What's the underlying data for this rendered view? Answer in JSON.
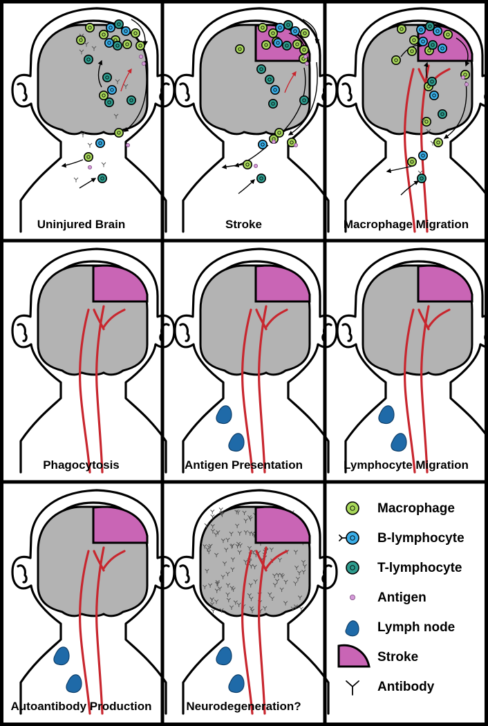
{
  "panels": [
    {
      "caption": "Uninjured Brain",
      "stroke": false,
      "vessels": false
    },
    {
      "caption": "Stroke",
      "stroke": true,
      "vessels": false
    },
    {
      "caption": "Macrophage Migration",
      "stroke": true,
      "vessels": true
    },
    {
      "caption": "Phagocytosis",
      "stroke": true,
      "vessels": true
    },
    {
      "caption": "Antigen Presentation",
      "stroke": true,
      "vessels": true,
      "lymph": true
    },
    {
      "caption": "Lymphocyte Migration",
      "stroke": true,
      "vessels": true,
      "lymph": true
    },
    {
      "caption": "Autoantibody Production",
      "stroke": true,
      "vessels": true,
      "lymph": true
    },
    {
      "caption": "Neurodegeneration?",
      "stroke": true,
      "vessels": true,
      "lymph": true
    }
  ],
  "legend": [
    {
      "key": "macrophage",
      "label": "Macrophage",
      "icon": "green-circle"
    },
    {
      "key": "b-lymphocyte",
      "label": "B-lymphocyte",
      "icon": "blue-circle-with-antibody"
    },
    {
      "key": "t-lymphocyte",
      "label": "T-lymphocyte",
      "icon": "teal-circle"
    },
    {
      "key": "antigen",
      "label": "Antigen",
      "icon": "small-pink-dot"
    },
    {
      "key": "lymph-node",
      "label": "Lymph node",
      "icon": "blue-teardrop"
    },
    {
      "key": "stroke",
      "label": "Stroke",
      "icon": "pink-wedge"
    },
    {
      "key": "antibody",
      "label": "Antibody",
      "icon": "y-shape"
    }
  ],
  "colors": {
    "brain": "#b3b3b3",
    "stroke": "#c965b5",
    "vessel": "#c8262e",
    "macrophage": "#a8d85a",
    "b_lymphocyte": "#3aaee8",
    "t_lymphocyte": "#2e9c8e",
    "antigen": "#d59ad9",
    "lymph_node": "#1f6aa8"
  }
}
